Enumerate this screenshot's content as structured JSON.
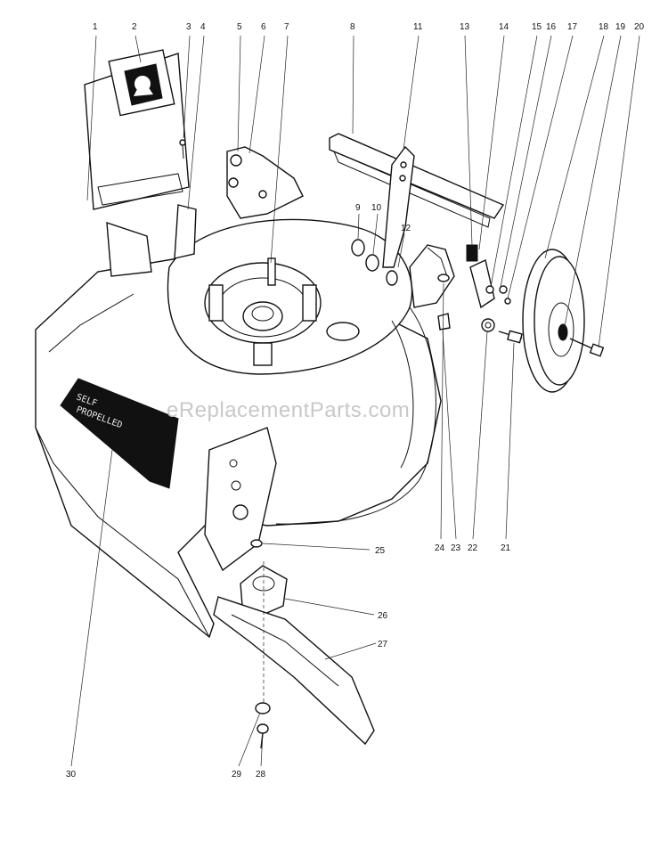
{
  "watermark": "eReplacementParts.com",
  "decal": {
    "line1": "SELF",
    "line2": "PROPELLED"
  },
  "callouts": [
    {
      "id": "1",
      "label": "1"
    },
    {
      "id": "2",
      "label": "2"
    },
    {
      "id": "3",
      "label": "3"
    },
    {
      "id": "4",
      "label": "4"
    },
    {
      "id": "5",
      "label": "5"
    },
    {
      "id": "6",
      "label": "6"
    },
    {
      "id": "7",
      "label": "7"
    },
    {
      "id": "8",
      "label": "8"
    },
    {
      "id": "9",
      "label": "9"
    },
    {
      "id": "10",
      "label": "10"
    },
    {
      "id": "11",
      "label": "11"
    },
    {
      "id": "12",
      "label": "12"
    },
    {
      "id": "13",
      "label": "13"
    },
    {
      "id": "14",
      "label": "14"
    },
    {
      "id": "15",
      "label": "15"
    },
    {
      "id": "16",
      "label": "16"
    },
    {
      "id": "17",
      "label": "17"
    },
    {
      "id": "18",
      "label": "18"
    },
    {
      "id": "19",
      "label": "19"
    },
    {
      "id": "20",
      "label": "20"
    },
    {
      "id": "21",
      "label": "21"
    },
    {
      "id": "22",
      "label": "22"
    },
    {
      "id": "23",
      "label": "23"
    },
    {
      "id": "24",
      "label": "24"
    },
    {
      "id": "25",
      "label": "25"
    },
    {
      "id": "26",
      "label": "26"
    },
    {
      "id": "27",
      "label": "27"
    },
    {
      "id": "28",
      "label": "28"
    },
    {
      "id": "29",
      "label": "29"
    },
    {
      "id": "30",
      "label": "30"
    }
  ]
}
